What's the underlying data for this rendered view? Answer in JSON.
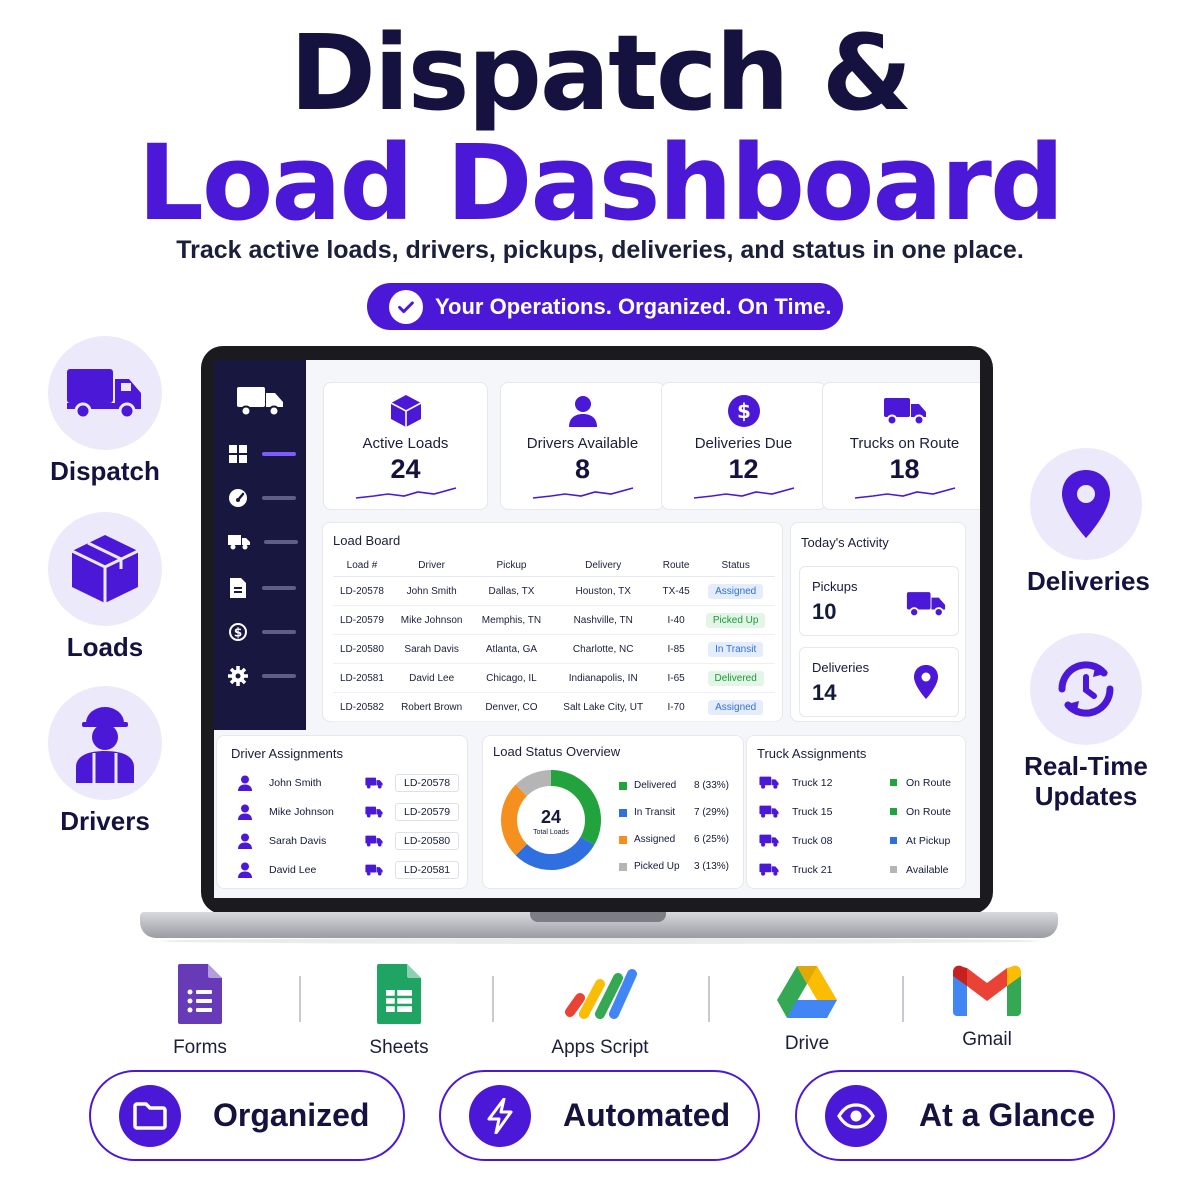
{
  "hero": {
    "title_line1": "Dispatch &",
    "title_line2": "Load Dashboard",
    "subtitle": "Track active loads, drivers, pickups, deliveries, and status in one place.",
    "tagline": "Your Operations. Organized. On Time."
  },
  "features_left": [
    {
      "label": "Dispatch",
      "icon": "truck-icon"
    },
    {
      "label": "Loads",
      "icon": "box-icon"
    },
    {
      "label": "Drivers",
      "icon": "driver-icon"
    }
  ],
  "features_right": [
    {
      "label": "Deliveries",
      "icon": "map-pin-icon"
    },
    {
      "label_line1": "Real-Time",
      "label_line2": "Updates",
      "icon": "refresh-clock-icon"
    }
  ],
  "stats": [
    {
      "label": "Active Loads",
      "value": "24",
      "icon": "cube-icon"
    },
    {
      "label": "Drivers Available",
      "value": "8",
      "icon": "person-icon"
    },
    {
      "label": "Deliveries Due",
      "value": "12",
      "icon": "dollar-icon"
    },
    {
      "label": "Trucks on Route",
      "value": "18",
      "icon": "truck-icon"
    }
  ],
  "load_board": {
    "title": "Load Board",
    "columns": [
      "Load #",
      "Driver",
      "Pickup",
      "Delivery",
      "Route",
      "Status"
    ],
    "rows": [
      [
        "LD-20578",
        "John Smith",
        "Dallas, TX",
        "Houston, TX",
        "TX-45",
        "Assigned"
      ],
      [
        "LD-20579",
        "Mike Johnson",
        "Memphis, TN",
        "Nashville, TN",
        "I-40",
        "Picked Up"
      ],
      [
        "LD-20580",
        "Sarah Davis",
        "Atlanta, GA",
        "Charlotte, NC",
        "I-85",
        "In Transit"
      ],
      [
        "LD-20581",
        "David Lee",
        "Chicago, IL",
        "Indianapolis, IN",
        "I-65",
        "Delivered"
      ],
      [
        "LD-20582",
        "Robert Brown",
        "Denver, CO",
        "Salt Lake City, UT",
        "I-70",
        "Assigned"
      ]
    ]
  },
  "status_colors": {
    "Assigned": "#2f6fe0",
    "Picked Up": "#1a9a3a",
    "In Transit": "#2f6fe0",
    "Delivered": "#1a9a3a"
  },
  "todays_activity": {
    "title": "Today's Activity",
    "pickups_label": "Pickups",
    "pickups_value": "10",
    "deliveries_label": "Deliveries",
    "deliveries_value": "14"
  },
  "driver_assignments": {
    "title": "Driver Assignments",
    "rows": [
      {
        "driver": "John Smith",
        "load": "LD-20578"
      },
      {
        "driver": "Mike Johnson",
        "load": "LD-20579"
      },
      {
        "driver": "Sarah Davis",
        "load": "LD-20580"
      },
      {
        "driver": "David Lee",
        "load": "LD-20581"
      }
    ]
  },
  "load_status_overview": {
    "title": "Load Status Overview",
    "center_value": "24",
    "center_label": "Total Loads"
  },
  "chart_data": {
    "type": "pie",
    "categories": [
      "Delivered",
      "In Transit",
      "Assigned",
      "Picked Up"
    ],
    "values": [
      8,
      7,
      6,
      3
    ],
    "value_labels": [
      "8 (33%)",
      "7 (29%)",
      "6 (25%)",
      "3 (13%)"
    ],
    "colors": [
      "#22a33d",
      "#2f6fe0",
      "#f5901f",
      "#b5b5b5"
    ],
    "title": "Load Status Overview",
    "legend": "right"
  },
  "truck_assignments": {
    "title": "Truck Assignments",
    "rows": [
      {
        "truck": "Truck 12",
        "status": "On Route",
        "color": "#22a33d"
      },
      {
        "truck": "Truck 15",
        "status": "On Route",
        "color": "#22a33d"
      },
      {
        "truck": "Truck 08",
        "status": "At Pickup",
        "color": "#2f6fe0"
      },
      {
        "truck": "Truck 21",
        "status": "Available",
        "color": "#b5b5b5"
      }
    ]
  },
  "tools": [
    "Forms",
    "Sheets",
    "Apps Script",
    "Drive",
    "Gmail"
  ],
  "benefits": [
    "Organized",
    "Automated",
    "At a Glance"
  ],
  "colors": {
    "brand": "#4a18d6",
    "navy": "#15123f",
    "sidebar": "#171740"
  }
}
